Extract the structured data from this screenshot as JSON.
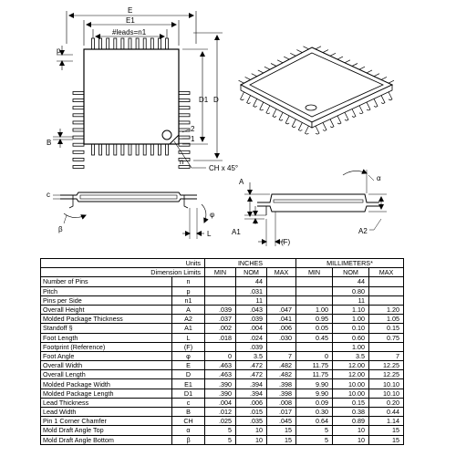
{
  "drawing_labels": {
    "E": "E",
    "E1": "E1",
    "leads": "#leads=n1",
    "p": "p",
    "D1": "D1",
    "D": "D",
    "B": "B",
    "pin2": "2",
    "pin1": "1",
    "n": "n",
    "chamfer": "CH x 45°",
    "alpha": "α",
    "A": "A",
    "c": "c",
    "phi": "φ",
    "beta": "β",
    "L": "L",
    "A1": "A1",
    "F": "(F)",
    "A2": "A2"
  },
  "table": {
    "header1": {
      "units": "Units",
      "inches": "INCHES",
      "mm": "MILLIMETERS*"
    },
    "header2": {
      "limits": "Dimension Limits",
      "min1": "MIN",
      "nom1": "NOM",
      "max1": "MAX",
      "min2": "MIN",
      "nom2": "NOM",
      "max2": "MAX"
    },
    "rows": [
      {
        "name": "Number of Pins",
        "sym": "n",
        "in_min": "",
        "in_nom": "44",
        "in_max": "",
        "mm_min": "",
        "mm_nom": "44",
        "mm_max": ""
      },
      {
        "name": "Pitch",
        "sym": "p",
        "in_min": "",
        "in_nom": ".031",
        "in_max": "",
        "mm_min": "",
        "mm_nom": "0.80",
        "mm_max": ""
      },
      {
        "name": "Pins per Side",
        "sym": "n1",
        "in_min": "",
        "in_nom": "11",
        "in_max": "",
        "mm_min": "",
        "mm_nom": "11",
        "mm_max": ""
      },
      {
        "name": "Overall Height",
        "sym": "A",
        "in_min": ".039",
        "in_nom": ".043",
        "in_max": ".047",
        "mm_min": "1.00",
        "mm_nom": "1.10",
        "mm_max": "1.20"
      },
      {
        "name": "Molded Package Thickness",
        "sym": "A2",
        "in_min": ".037",
        "in_nom": ".039",
        "in_max": ".041",
        "mm_min": "0.95",
        "mm_nom": "1.00",
        "mm_max": "1.05"
      },
      {
        "name": "Standoff   §",
        "sym": "A1",
        "in_min": ".002",
        "in_nom": ".004",
        "in_max": ".006",
        "mm_min": "0.05",
        "mm_nom": "0.10",
        "mm_max": "0.15"
      },
      {
        "name": "Foot Length",
        "sym": "L",
        "in_min": ".018",
        "in_nom": ".024",
        "in_max": ".030",
        "mm_min": "0.45",
        "mm_nom": "0.60",
        "mm_max": "0.75"
      },
      {
        "name": "Footprint (Reference)",
        "sym": "(F)",
        "in_min": "",
        "in_nom": ".039",
        "in_max": "",
        "mm_min": "",
        "mm_nom": "1.00",
        "mm_max": ""
      },
      {
        "name": "Foot Angle",
        "sym": "φ",
        "in_min": "0",
        "in_nom": "3.5",
        "in_max": "7",
        "mm_min": "0",
        "mm_nom": "3.5",
        "mm_max": "7"
      },
      {
        "name": "Overall Width",
        "sym": "E",
        "in_min": ".463",
        "in_nom": ".472",
        "in_max": ".482",
        "mm_min": "11.75",
        "mm_nom": "12.00",
        "mm_max": "12.25"
      },
      {
        "name": "Overall Length",
        "sym": "D",
        "in_min": ".463",
        "in_nom": ".472",
        "in_max": ".482",
        "mm_min": "11.75",
        "mm_nom": "12.00",
        "mm_max": "12.25"
      },
      {
        "name": "Molded Package Width",
        "sym": "E1",
        "in_min": ".390",
        "in_nom": ".394",
        "in_max": ".398",
        "mm_min": "9.90",
        "mm_nom": "10.00",
        "mm_max": "10.10"
      },
      {
        "name": "Molded Package Length",
        "sym": "D1",
        "in_min": ".390",
        "in_nom": ".394",
        "in_max": ".398",
        "mm_min": "9.90",
        "mm_nom": "10.00",
        "mm_max": "10.10"
      },
      {
        "name": "Lead Thickness",
        "sym": "c",
        "in_min": ".004",
        "in_nom": ".006",
        "in_max": ".008",
        "mm_min": "0.09",
        "mm_nom": "0.15",
        "mm_max": "0.20"
      },
      {
        "name": "Lead Width",
        "sym": "B",
        "in_min": ".012",
        "in_nom": ".015",
        "in_max": ".017",
        "mm_min": "0.30",
        "mm_nom": "0.38",
        "mm_max": "0.44"
      },
      {
        "name": "Pin 1 Corner Chamfer",
        "sym": "CH",
        "in_min": ".025",
        "in_nom": ".035",
        "in_max": ".045",
        "mm_min": "0.64",
        "mm_nom": "0.89",
        "mm_max": "1.14"
      },
      {
        "name": "Mold Draft Angle Top",
        "sym": "α",
        "in_min": "5",
        "in_nom": "10",
        "in_max": "15",
        "mm_min": "5",
        "mm_nom": "10",
        "mm_max": "15"
      },
      {
        "name": "Mold Draft Angle Bottom",
        "sym": "β",
        "in_min": "5",
        "in_nom": "10",
        "in_max": "15",
        "mm_min": "5",
        "mm_nom": "10",
        "mm_max": "15"
      }
    ]
  }
}
